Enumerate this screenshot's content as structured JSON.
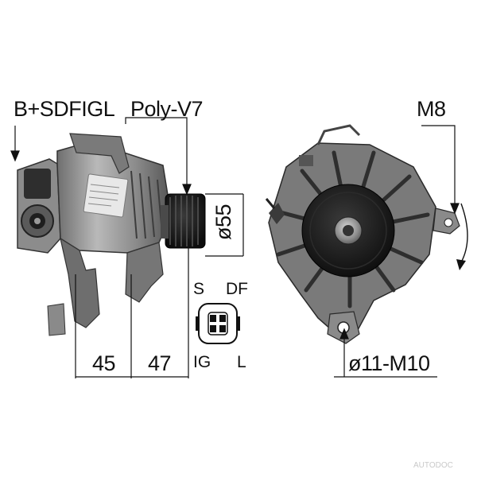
{
  "labels": {
    "connector_code": "B+SDFIGL",
    "pulley_type": "Poly-V7",
    "thread": "M8",
    "pulley_diameter": "ø55",
    "dim_left": "45",
    "dim_right": "47",
    "mount_hole": "ø11-M10"
  },
  "plug_pins": {
    "top_left": "S",
    "top_right": "DF",
    "bottom_left": "IG",
    "bottom_right": "L"
  },
  "watermark": "AUTODOC",
  "colors": {
    "line": "#111111",
    "metal_light": "#a9a9a9",
    "metal_dark": "#3a3a3a"
  },
  "icons": [
    "rotation-arrow-icon",
    "connector-plug-icon",
    "alternator-side-view-icon",
    "alternator-front-view-icon"
  ]
}
